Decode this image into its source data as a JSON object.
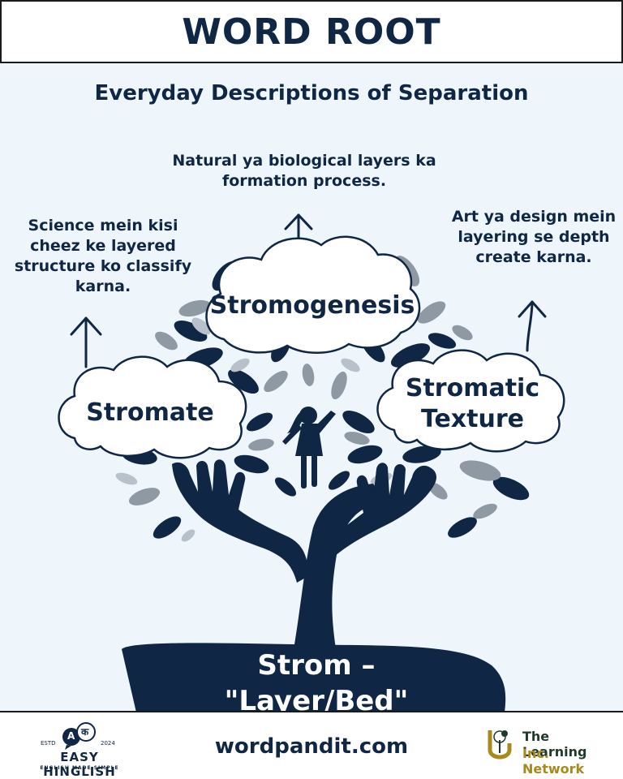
{
  "header": {
    "title": "WORD ROOT"
  },
  "subtitle": "Everyday Descriptions of Separation",
  "descriptions": {
    "top": "Natural ya biological layers ka formation process.",
    "left": "Science mein kisi cheez ke layered structure ko classify karna.",
    "right": "Art ya design mein layering se depth create karna."
  },
  "clouds": {
    "top": "Stromogenesis",
    "left": "Stromate",
    "right": "Stromatic Texture"
  },
  "root": {
    "line1": "Strom –",
    "line2": "\"Layer/Bed\""
  },
  "footer": {
    "site": "wordpandit.com",
    "left_logo": {
      "brand": "EASY HINGLISH",
      "tagline": "ENGLISH MADE SIMPLE",
      "estd": "ESTD",
      "year": "2024",
      "glyph_a": "A",
      "glyph_b": "क"
    },
    "right_logo": {
      "line1": "The Learning",
      "line2": "Inc. Network"
    }
  },
  "colors": {
    "navy": "#0f2744",
    "leaf_gray": "#8e99a4",
    "leaf_light": "#b8c1c9",
    "background": "#eef6fc"
  }
}
